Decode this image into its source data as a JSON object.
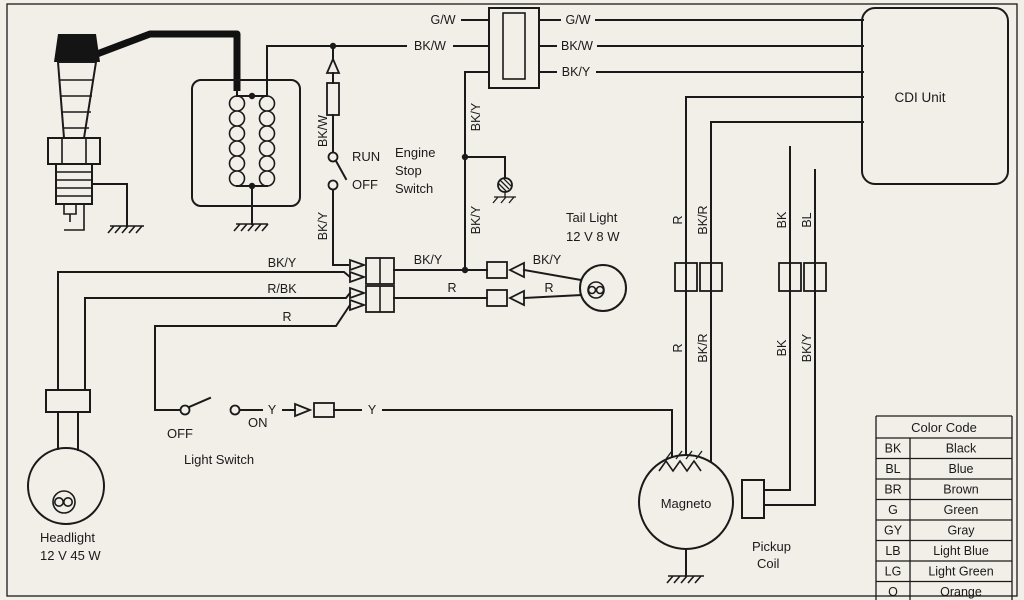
{
  "diagram": {
    "components": {
      "cdi_unit": "CDI Unit",
      "engine_stop_switch_l1": "Engine",
      "engine_stop_switch_l2": "Stop",
      "engine_stop_switch_l3": "Switch",
      "run": "RUN",
      "off": "OFF",
      "tail_light_name": "Tail Light",
      "tail_light_rating": "12 V  8 W",
      "headlight_name": "Headlight",
      "headlight_rating": "12 V 45 W",
      "light_switch": "Light Switch",
      "light_switch_off": "OFF",
      "light_switch_on": "ON",
      "magneto": "Magneto",
      "pickup_l1": "Pickup",
      "pickup_l2": "Coil"
    },
    "wire_labels": {
      "gw": "G/W",
      "bkw": "BK/W",
      "bky": "BK/Y",
      "r": "R",
      "rbk": "R/BK",
      "bkr": "BK/R",
      "bk": "BK",
      "bl": "BL",
      "y": "Y"
    },
    "color_code": {
      "title": "Color Code",
      "rows": [
        {
          "code": "BK",
          "name": "Black"
        },
        {
          "code": "BL",
          "name": "Blue"
        },
        {
          "code": "BR",
          "name": "Brown"
        },
        {
          "code": "G",
          "name": "Green"
        },
        {
          "code": "GY",
          "name": "Gray"
        },
        {
          "code": "LB",
          "name": "Light Blue"
        },
        {
          "code": "LG",
          "name": "Light Green"
        },
        {
          "code": "O",
          "name": "Orange"
        }
      ]
    }
  }
}
